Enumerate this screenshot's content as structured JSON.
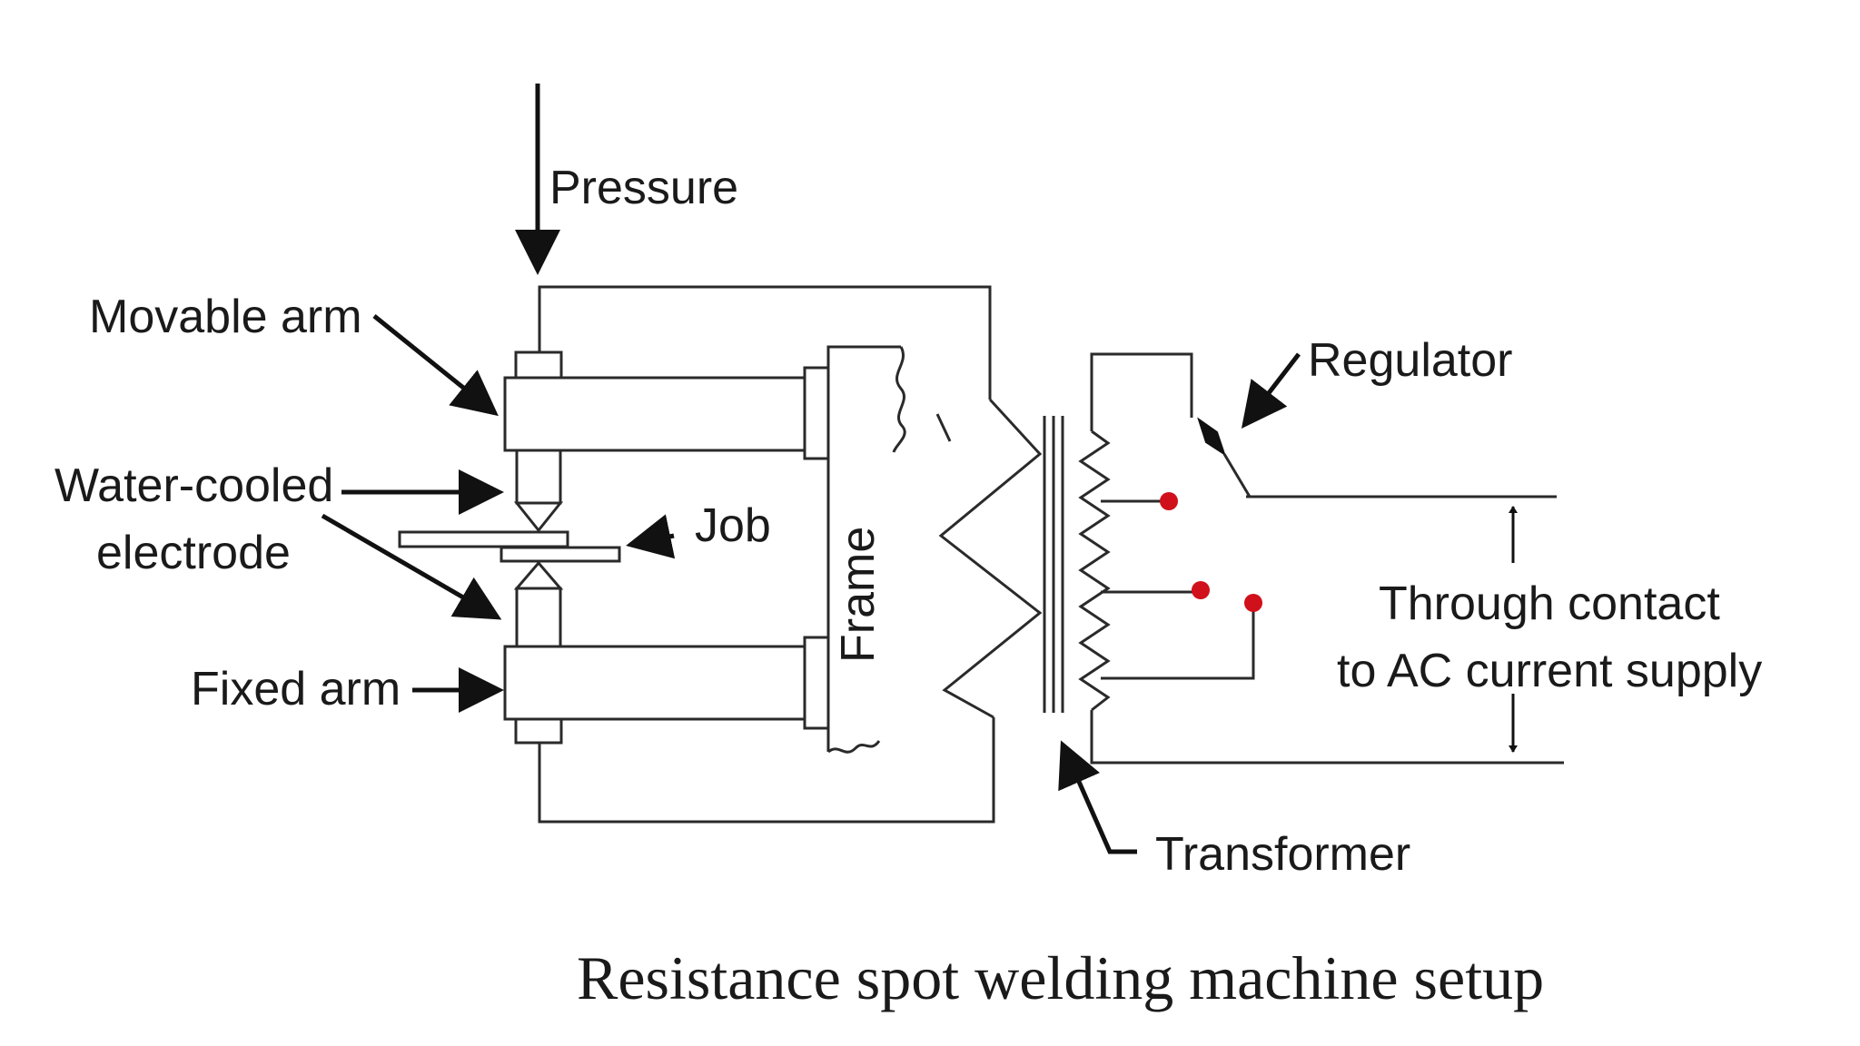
{
  "labels": {
    "pressure": "Pressure",
    "movable_arm": "Movable arm",
    "water_cooled_line1": "Water-cooled",
    "water_cooled_line2": "electrode",
    "job": "Job",
    "fixed_arm": "Fixed arm",
    "frame": "Frame",
    "regulator": "Regulator",
    "through_contact_line1": "Through contact",
    "through_contact_line2": "to AC current supply",
    "transformer": "Transformer"
  },
  "caption": "Resistance spot welding machine setup",
  "colors": {
    "tap_points": "#d0101a",
    "lines": "#2a2a2a"
  }
}
